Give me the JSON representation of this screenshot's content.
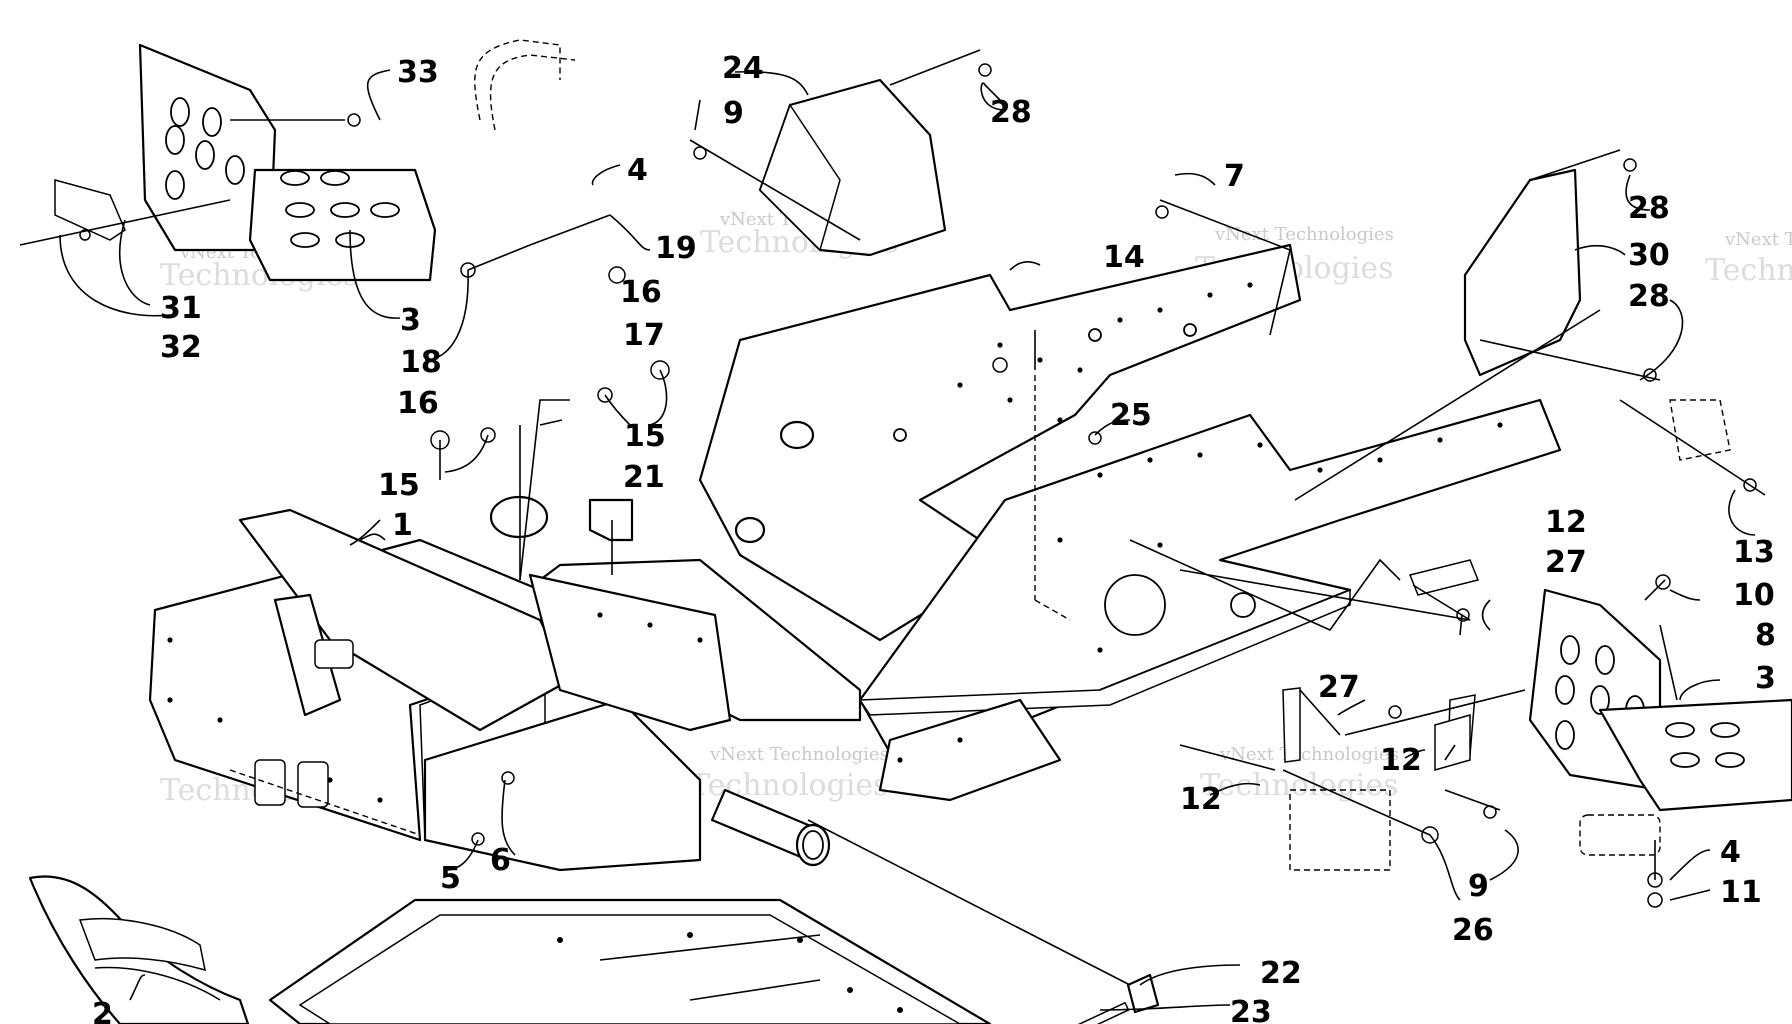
{
  "diagram": {
    "watermark": {
      "line1": "vNext Technologies",
      "line2": "Technologies"
    },
    "callouts": [
      {
        "id": "c33",
        "label": "33"
      },
      {
        "id": "c24",
        "label": "24"
      },
      {
        "id": "c28a",
        "label": "28"
      },
      {
        "id": "c9a",
        "label": "9"
      },
      {
        "id": "c4a",
        "label": "4"
      },
      {
        "id": "c19",
        "label": "19"
      },
      {
        "id": "c7",
        "label": "7"
      },
      {
        "id": "c28b",
        "label": "28"
      },
      {
        "id": "c30",
        "label": "30"
      },
      {
        "id": "c28c",
        "label": "28"
      },
      {
        "id": "c31",
        "label": "31"
      },
      {
        "id": "c32",
        "label": "32"
      },
      {
        "id": "c3a",
        "label": "3"
      },
      {
        "id": "c18",
        "label": "18"
      },
      {
        "id": "c16a",
        "label": "16"
      },
      {
        "id": "c17",
        "label": "17"
      },
      {
        "id": "c14",
        "label": "14"
      },
      {
        "id": "c16b",
        "label": "16"
      },
      {
        "id": "c15a",
        "label": "15"
      },
      {
        "id": "c15b",
        "label": "15"
      },
      {
        "id": "c25",
        "label": "25"
      },
      {
        "id": "c21",
        "label": "21"
      },
      {
        "id": "c1",
        "label": "1"
      },
      {
        "id": "c13",
        "label": "13"
      },
      {
        "id": "c12a",
        "label": "12"
      },
      {
        "id": "c27a",
        "label": "27"
      },
      {
        "id": "c10",
        "label": "10"
      },
      {
        "id": "c8",
        "label": "8"
      },
      {
        "id": "c27b",
        "label": "27"
      },
      {
        "id": "c3b",
        "label": "3"
      },
      {
        "id": "c12b",
        "label": "12"
      },
      {
        "id": "c12c",
        "label": "12"
      },
      {
        "id": "c5",
        "label": "5"
      },
      {
        "id": "c6",
        "label": "6"
      },
      {
        "id": "c4b",
        "label": "4"
      },
      {
        "id": "c9b",
        "label": "9"
      },
      {
        "id": "c11",
        "label": "11"
      },
      {
        "id": "c26",
        "label": "26"
      },
      {
        "id": "c22",
        "label": "22"
      },
      {
        "id": "c23",
        "label": "23"
      },
      {
        "id": "c2",
        "label": "2"
      }
    ]
  }
}
